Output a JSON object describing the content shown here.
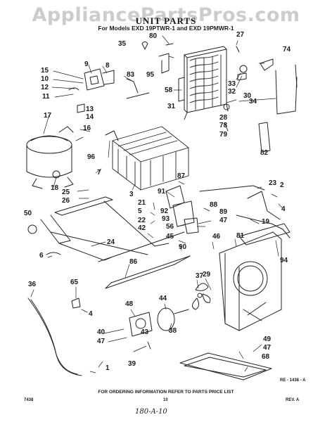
{
  "watermark": "AppliancePartsPros.com",
  "header": {
    "title": "UNIT PARTS",
    "subtitle": "For Models EXD 19PTWR-1 and EXD 19PMWR-1"
  },
  "callouts": [
    {
      "id": "80"
    },
    {
      "id": "27"
    },
    {
      "id": "35"
    },
    {
      "id": "74"
    },
    {
      "id": "95"
    },
    {
      "id": "15"
    },
    {
      "id": "9"
    },
    {
      "id": "8"
    },
    {
      "id": "10"
    },
    {
      "id": "12"
    },
    {
      "id": "11"
    },
    {
      "id": "83"
    },
    {
      "id": "58"
    },
    {
      "id": "33"
    },
    {
      "id": "32"
    },
    {
      "id": "30"
    },
    {
      "id": "34"
    },
    {
      "id": "31"
    },
    {
      "id": "13"
    },
    {
      "id": "14"
    },
    {
      "id": "17"
    },
    {
      "id": "28"
    },
    {
      "id": "78"
    },
    {
      "id": "79"
    },
    {
      "id": "16"
    },
    {
      "id": "82"
    },
    {
      "id": "96"
    },
    {
      "id": "7"
    },
    {
      "id": "87"
    },
    {
      "id": "23"
    },
    {
      "id": "2"
    },
    {
      "id": "18"
    },
    {
      "id": "91"
    },
    {
      "id": "3"
    },
    {
      "id": "25"
    },
    {
      "id": "26"
    },
    {
      "id": "21"
    },
    {
      "id": "88"
    },
    {
      "id": "4"
    },
    {
      "id": "5"
    },
    {
      "id": "50"
    },
    {
      "id": "92"
    },
    {
      "id": "89"
    },
    {
      "id": "22"
    },
    {
      "id": "93"
    },
    {
      "id": "47"
    },
    {
      "id": "56"
    },
    {
      "id": "19"
    },
    {
      "id": "42"
    },
    {
      "id": "24"
    },
    {
      "id": "81"
    },
    {
      "id": "45"
    },
    {
      "id": "46"
    },
    {
      "id": "90"
    },
    {
      "id": "6"
    },
    {
      "id": "94"
    },
    {
      "id": "86"
    },
    {
      "id": "37"
    },
    {
      "id": "29"
    },
    {
      "id": "36"
    },
    {
      "id": "65"
    },
    {
      "id": "48"
    },
    {
      "id": "44"
    },
    {
      "id": "4"
    },
    {
      "id": "40"
    },
    {
      "id": "38"
    },
    {
      "id": "43"
    },
    {
      "id": "47"
    },
    {
      "id": "49"
    },
    {
      "id": "47"
    },
    {
      "id": "39"
    },
    {
      "id": "68"
    },
    {
      "id": "1"
    }
  ],
  "drawing_code": "RE - 1438 - A",
  "footer": {
    "ordering_note": "FOR ORDERING INFORMATION REFER TO PARTS PRICE LIST",
    "left_code": "7438",
    "page_number": "10",
    "revision": "REV. A",
    "handwritten": "180-A-10"
  }
}
